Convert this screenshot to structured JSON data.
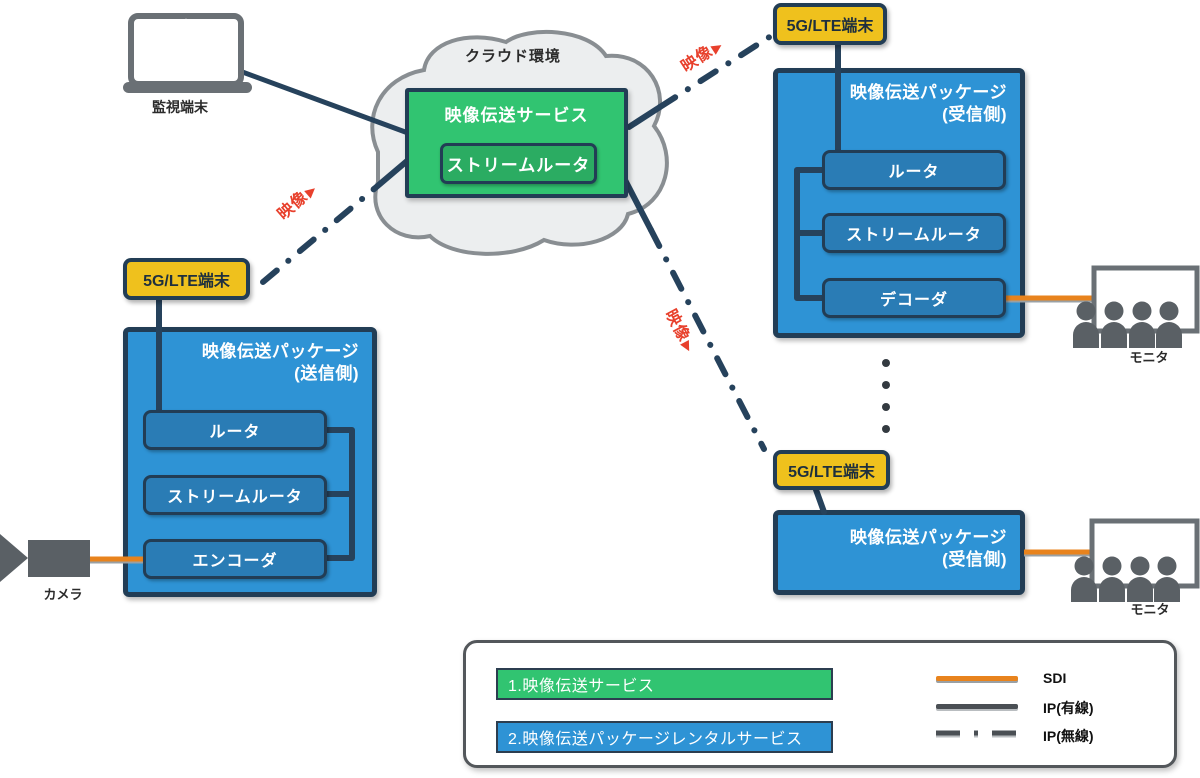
{
  "diagram": {
    "cloud_label": "クラウド環境",
    "service": {
      "title": "映像伝送サービス",
      "component": "ストリームルータ"
    },
    "monitor_terminal_label": "監視端末",
    "camera_label": "カメラ",
    "monitor_top_label": "モニタ",
    "monitor_bottom_label": "モニタ",
    "lte_top_label": "5G/LTE端末",
    "lte_left_label": "5G/LTE端末",
    "lte_bottom_label": "5G/LTE端末",
    "sender": {
      "title": "映像伝送パッケージ",
      "subtitle": "(送信側)",
      "components": [
        "ルータ",
        "ストリームルータ",
        "エンコーダ"
      ]
    },
    "receiver_top": {
      "title": "映像伝送パッケージ",
      "subtitle": "(受信側)",
      "components": [
        "ルータ",
        "ストリームルータ",
        "デコーダ"
      ]
    },
    "receiver_bottom": {
      "title": "映像伝送パッケージ",
      "subtitle": "(受信側)"
    },
    "flow_label": "映像",
    "flow_arrow": "▶"
  },
  "legend": {
    "service_item": "1.映像伝送サービス",
    "package_item": "2.映像伝送パッケージレンタルサービス",
    "sdi_label": "SDI",
    "ip_wired_label": "IP(有線)",
    "ip_wireless_label": "IP(無線)"
  },
  "colors": {
    "service_green": "#31C471",
    "service_green_inner": "#2BAC62",
    "package_blue": "#2E93D5",
    "package_blue_inner": "#2A7CB5",
    "lte_yellow": "#EFC11D",
    "line_navy": "#26425C",
    "sdi_orange": "#E8831D",
    "flow_red": "#E8402C",
    "cloud_gray": "#ECEEEF"
  }
}
